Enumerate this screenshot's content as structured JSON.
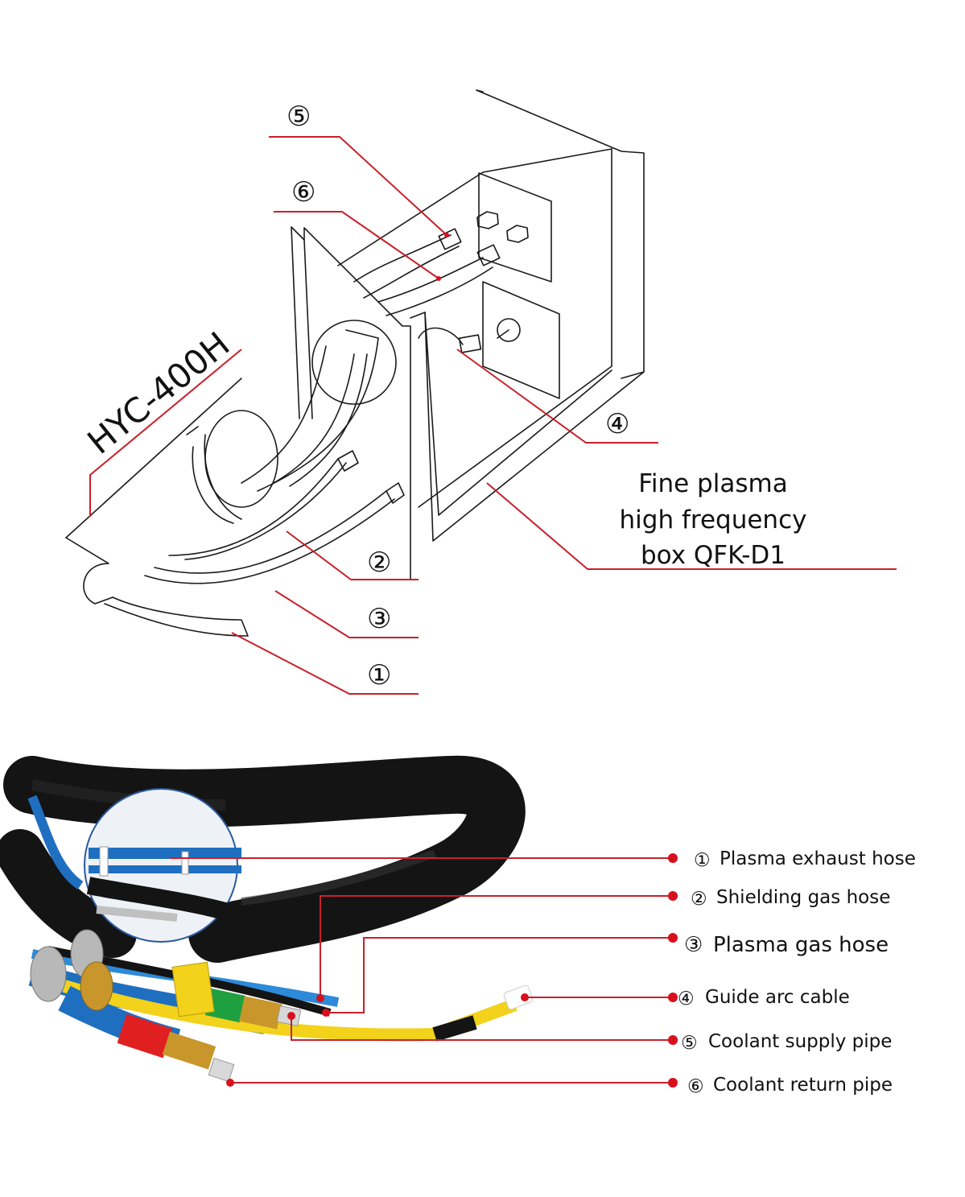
{
  "diagram": {
    "model_label": "HYC-400H",
    "box_label_lines": [
      "Fine plasma",
      "high frequency",
      "box QFK-D1"
    ],
    "callouts": [
      "⑤",
      "⑥",
      "④",
      "②",
      "③",
      "①"
    ]
  },
  "photo_legend": {
    "items": [
      {
        "num": "①",
        "label": "Plasma exhaust hose"
      },
      {
        "num": "②",
        "label": "Shielding gas hose"
      },
      {
        "num": "③",
        "label": "Plasma gas hose"
      },
      {
        "num": "④",
        "label": "Guide arc cable"
      },
      {
        "num": "⑤",
        "label": "Coolant supply pipe"
      },
      {
        "num": "⑥",
        "label": "Coolant return pipe"
      }
    ]
  },
  "colors": {
    "leader": "#c8202a",
    "dot": "#d8101c",
    "hose_blue": "#1f6fc0",
    "hose_yellow": "#f2d21a",
    "sleeve_black": "#141414",
    "brass": "#c9962c"
  }
}
